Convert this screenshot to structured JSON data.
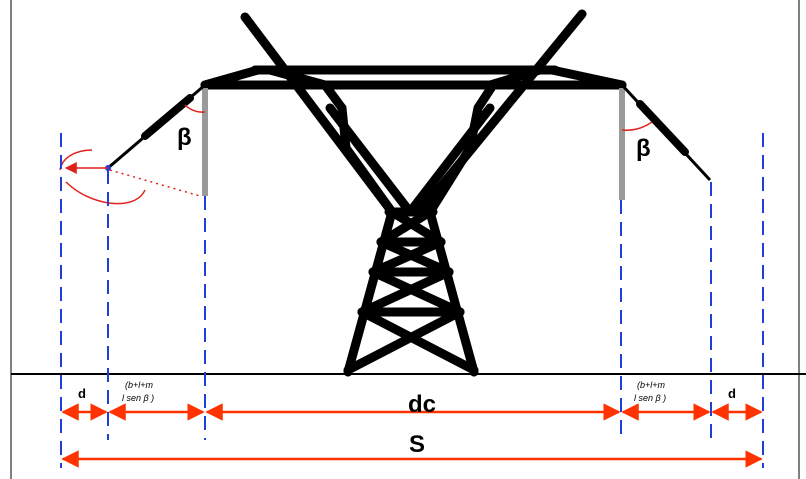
{
  "labels": {
    "angle_left": "β",
    "angle_right": "β",
    "d_left": "d",
    "d_right": "d",
    "swing_left_line1": "(b+l+m",
    "swing_left_line2": "l sen   β )",
    "swing_right_line1": "(b+l+m",
    "swing_right_line2": "l sen   β )",
    "dc": "dc",
    "S": "S"
  },
  "colors": {
    "tower": "#000000",
    "dimension": "#ff3300",
    "guide": "#1f3fd6",
    "insulator_post": "#9a9a9a",
    "swing": "#e0201a"
  }
}
